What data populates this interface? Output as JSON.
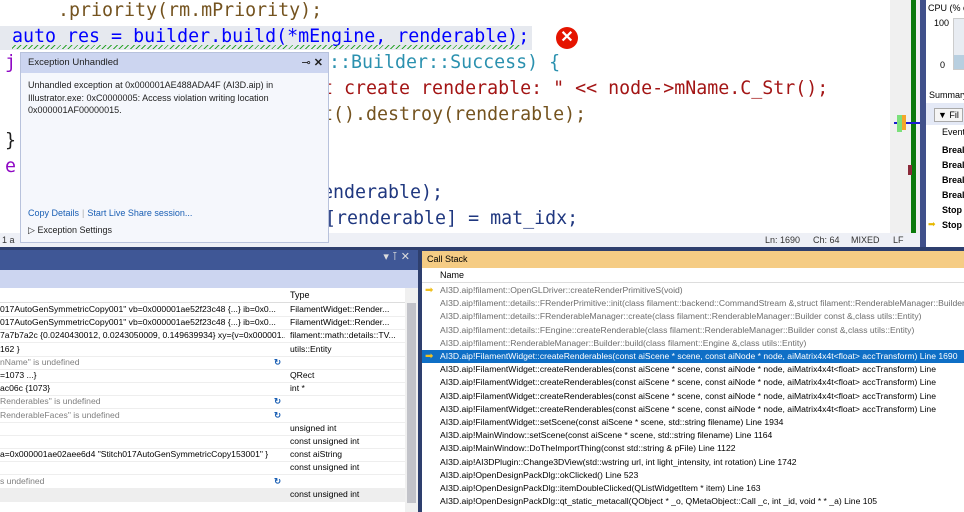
{
  "editor": {
    "lines": [
      ".priority(rm.mPriority);",
      "auto res = builder.build(*mEngine, renderable);",
      "j",
      "::Builder::Success) {",
      "t create renderable: \" << node->mName.C_Str();",
      "t().destroy(renderable);",
      "}",
      "e",
      "enderable);",
      "[renderable] = mat_idx;"
    ],
    "status": {
      "left": "1 a",
      "ln": "Ln: 1690",
      "ch": "Ch: 64",
      "encoding": "MIXED",
      "eol": "LF"
    }
  },
  "exception": {
    "title": "Exception Unhandled",
    "message": "Unhandled exception at 0x000001AE488ADA4F (AI3D.aip) in Illustrator.exe: 0xC0000005: Access violation writing location 0x000001AF00000015.",
    "copy_details": "Copy Details",
    "live_share": "Start Live Share session...",
    "settings": "Exception Settings"
  },
  "diagnostics": {
    "cpu_label": "CPU (% o",
    "y_max": "100",
    "y_min": "0",
    "summary": "Summary",
    "filter": "Fil",
    "events_col": "Event",
    "events": [
      "Breal",
      "Breal",
      "Breal",
      "Breal",
      "Stop",
      "Stop"
    ]
  },
  "locals": {
    "type_header": "Type",
    "rows": [
      {
        "value": "017AutoGenSymmetricCopy001\" vb=0x000001ae52f23c48 {...} ib=0x0...",
        "type": "FilamentWidget::Render..."
      },
      {
        "value": "017AutoGenSymmetricCopy001\" vb=0x000001ae52f23c48 {...} ib=0x0...",
        "type": "FilamentWidget::Render..."
      },
      {
        "value": "7a7b7a2c {0.0240430012, 0.0243050009, 0.149639934} xy={v=0x000001...",
        "type": "filament::math::details::TV..."
      },
      {
        "value": "162 }",
        "type": "utils::Entity"
      },
      {
        "value": "nName\" is undefined",
        "type": "",
        "undefined": true
      },
      {
        "value": "=1073 ...}",
        "type": "QRect"
      },
      {
        "value": "ac06c {1073}",
        "type": "int *"
      },
      {
        "value": "Renderables\" is undefined",
        "type": "",
        "undefined": true
      },
      {
        "value": "RenderableFaces\" is undefined",
        "type": "",
        "undefined": true
      },
      {
        "value": "",
        "type": "unsigned int"
      },
      {
        "value": "",
        "type": "const unsigned int"
      },
      {
        "value": "a=0x000001ae02aee6d4 \"Stitch017AutoGenSymmetricCopy153001\" }",
        "type": "const aiString"
      },
      {
        "value": "",
        "type": "const unsigned int"
      },
      {
        "value": "s undefined",
        "type": "",
        "undefined": true
      },
      {
        "value": "",
        "type": "const unsigned int"
      }
    ]
  },
  "callstack": {
    "title": "Call Stack",
    "name_header": "Name",
    "frames": [
      {
        "text": "AI3D.aip!filament::OpenGLDriver::createRenderPrimitiveS(void)",
        "kind": "ext",
        "marker": "current"
      },
      {
        "text": "AI3D.aip!filament::details::FRenderPrimitive::init(class filament::backend::CommandStream &,struct filament::RenderableManager::Builder",
        "kind": "ext"
      },
      {
        "text": "AI3D.aip!filament::details::FRenderableManager::create(class filament::RenderableManager::Builder const &,class utils::Entity)",
        "kind": "ext"
      },
      {
        "text": "AI3D.aip!filament::details::FEngine::createRenderable(class filament::RenderableManager::Builder const &,class utils::Entity)",
        "kind": "ext"
      },
      {
        "text": "AI3D.aip!filament::RenderableManager::Builder::build(class filament::Engine &,class utils::Entity)",
        "kind": "ext"
      },
      {
        "text": "AI3D.aip!FilamentWidget::createRenderables(const aiScene * scene, const aiNode * node, aiMatrix4x4t<float> accTransform) Line 1690",
        "kind": "sel",
        "marker": "return"
      },
      {
        "text": "AI3D.aip!FilamentWidget::createRenderables(const aiScene * scene, const aiNode * node, aiMatrix4x4t<float> accTransform) Line",
        "kind": "user"
      },
      {
        "text": "AI3D.aip!FilamentWidget::createRenderables(const aiScene * scene, const aiNode * node, aiMatrix4x4t<float> accTransform) Line",
        "kind": "user"
      },
      {
        "text": "AI3D.aip!FilamentWidget::createRenderables(const aiScene * scene, const aiNode * node, aiMatrix4x4t<float> accTransform) Line",
        "kind": "user"
      },
      {
        "text": "AI3D.aip!FilamentWidget::createRenderables(const aiScene * scene, const aiNode * node, aiMatrix4x4t<float> accTransform) Line",
        "kind": "user"
      },
      {
        "text": "AI3D.aip!FilamentWidget::setScene(const aiScene * scene, std::string filename) Line 1934",
        "kind": "user"
      },
      {
        "text": "AI3D.aip!MainWindow::setScene(const aiScene * scene, std::string filename) Line 1164",
        "kind": "user"
      },
      {
        "text": "AI3D.aip!MainWindow::DoTheImportThing(const std::string & pFile) Line 1122",
        "kind": "user"
      },
      {
        "text": "AI3D.aip!AI3DPlugin::Change3DView(std::wstring url, int light_intensity, int rotation) Line 1742",
        "kind": "user"
      },
      {
        "text": "AI3D.aip!OpenDesignPackDlg::okClicked() Line 523",
        "kind": "user"
      },
      {
        "text": "AI3D.aip!OpenDesignPackDlg::itemDoubleClicked(QListWidgetItem * item) Line 163",
        "kind": "user"
      },
      {
        "text": "AI3D.aip!OpenDesignPackDlg::qt_static_metacall(QObject * _o, QMetaObject::Call _c, int _id, void * * _a) Line 105",
        "kind": "user"
      }
    ]
  },
  "colors": {
    "accent": "#0f6fc6",
    "callstack_header": "#f5cc84",
    "error": "#e51400",
    "panel_title": "#3f5796"
  }
}
